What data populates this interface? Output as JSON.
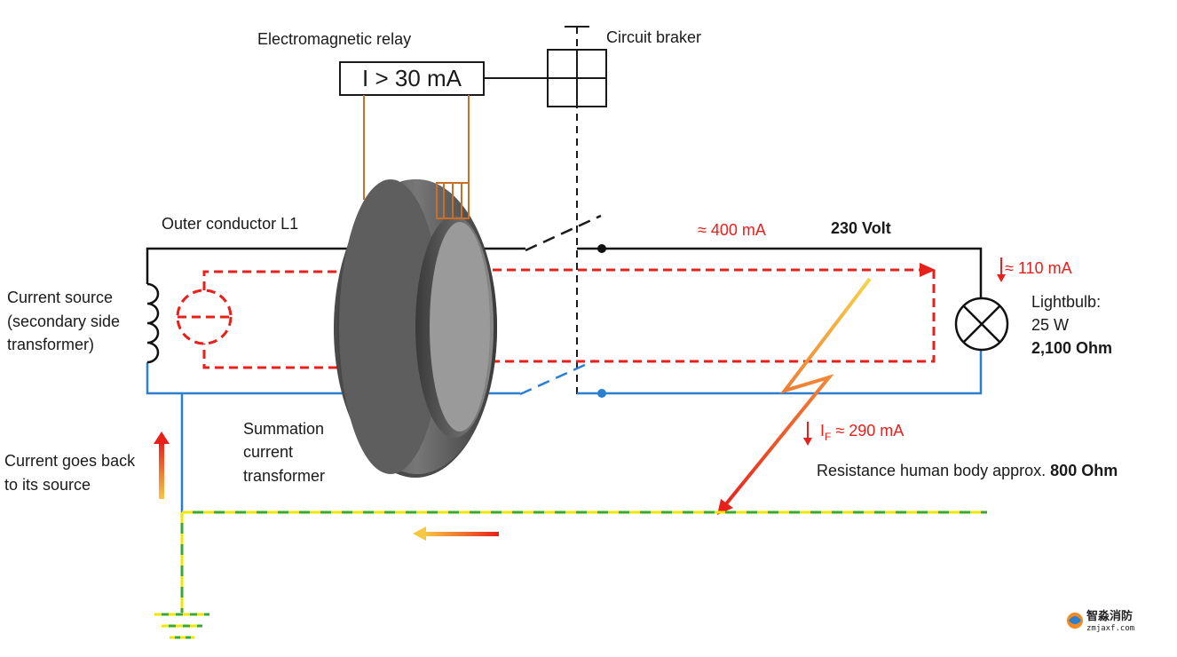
{
  "labels": {
    "relay_title": "Electromagnetic relay",
    "relay_value": "I > 30 mA",
    "breaker_title": "Circuit braker",
    "outer_conductor": "Outer conductor L1",
    "current_400": "≈ 400 mA",
    "voltage": "230 Volt",
    "current_110": "≈ 110 mA",
    "current_source_1": "Current source",
    "current_source_2": "(secondary side",
    "current_source_3": "transformer)",
    "lightbulb_1": "Lightbulb:",
    "lightbulb_2": "25 W",
    "lightbulb_3": "2,100 Ohm",
    "summation_1": "Summation",
    "summation_2": "current",
    "summation_3": "transformer",
    "fault_current_prefix": "I",
    "fault_current_sub": "F",
    "fault_current_value": " ≈ 290 mA",
    "body_resistance": "Resistance human body approx.",
    "body_resistance_value": "800 Ohm",
    "return_1": "Current goes back",
    "return_2": "to its source"
  },
  "logo": {
    "name": "智淼消防",
    "url": "zmjaxf.com"
  },
  "colors": {
    "phase": "#111111",
    "neutral": "#2b7fd0",
    "earth_green": "#39a935",
    "earth_yellow": "#f2e500",
    "current": "#e8201c",
    "relay_wire": "#c8702a",
    "core": "#5a5a5a"
  }
}
